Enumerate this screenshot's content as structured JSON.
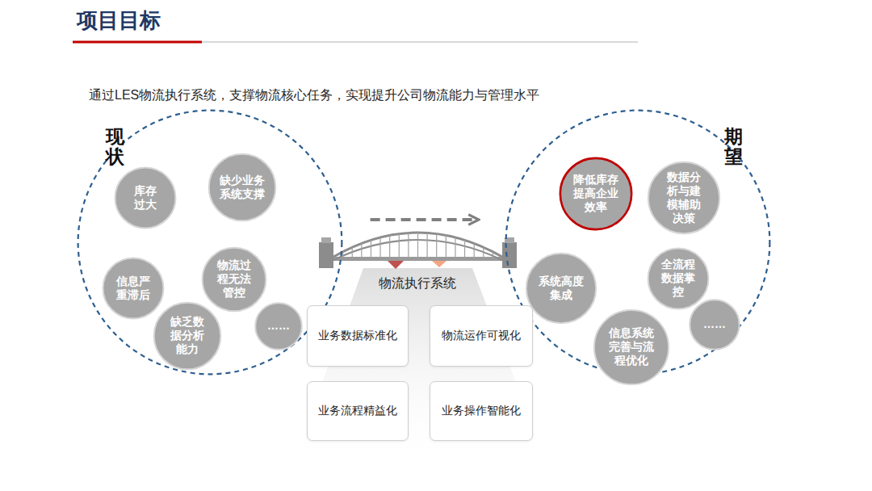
{
  "diagram": {
    "title": "项目目标",
    "nodes": [
      {
        "text": [
          "现状"
        ]
      },
      {
        "text": [
          "库存过大"
        ],
        "in": 0
      },
      {
        "text": [
          "缺少业务系统支撑"
        ],
        "in": 0
      },
      {
        "text": [
          "信息严重滞后"
        ],
        "in": 0
      },
      {
        "text": [
          "物流过程无法管控"
        ],
        "in": 0
      },
      {
        "text": [
          "缺乏数据分析能力"
        ],
        "in": 0
      },
      {
        "text": [
          "……"
        ],
        "in": 0
      },
      {
        "text": [
          "期望"
        ]
      },
      {
        "text": [
          "降低库存提高企业效率"
        ],
        "in": 7
      },
      {
        "text": [
          "数据分析与建模辅助决策"
        ],
        "in": 7
      },
      {
        "text": [
          "系统高度集成"
        ],
        "in": 7
      },
      {
        "text": [
          "全流程数据掌控"
        ],
        "in": 7
      },
      {
        "text": [
          "信息系统完善与流程优化"
        ],
        "in": 7
      },
      {
        "text": [
          "……"
        ],
        "in": 7
      },
      {
        "text": [
          "业务数据标准化"
        ]
      },
      {
        "text": [
          "物流运作可视化"
        ]
      },
      {
        "text": [
          "业务流程精益化"
        ]
      },
      {
        "text": [
          "业务操作智能化"
        ]
      }
    ],
    "edges": [
      {
        "from": 0,
        "to": 7,
        "arrow": "to"
      }
    ],
    "labels": [
      "通过LES物流执行系统，支撑物流核心任务，实现提升公司物流能力与管理水平",
      "物流执行系统"
    ]
  }
}
